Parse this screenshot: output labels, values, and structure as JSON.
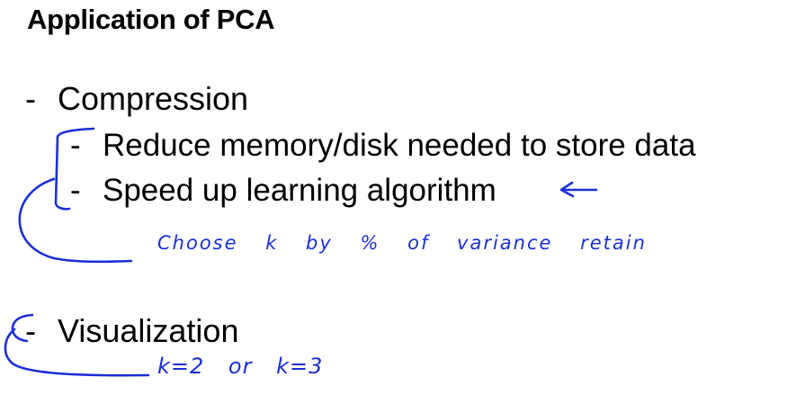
{
  "slide": {
    "title": "Application of PCA",
    "bullets": {
      "compression": {
        "dash": "-",
        "text": "Compression"
      },
      "reduce": {
        "dash": "-",
        "text": "Reduce memory/disk needed to store data"
      },
      "speed": {
        "dash": "-",
        "text": "Speed up learning algorithm"
      },
      "visualization": {
        "dash": "-",
        "text": "Visualization"
      }
    }
  },
  "annotations": {
    "ink_color": "#1b2fd6",
    "choose_note": "Choose k by % of variance retain",
    "k_note": "k=2 or k=3"
  }
}
